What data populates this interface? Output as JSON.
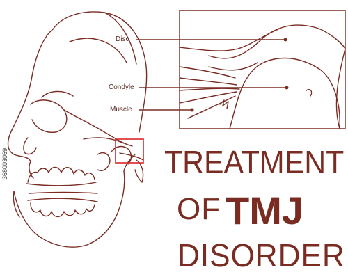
{
  "title": {
    "line1": "TREATMENT",
    "line2_prefix": "OF",
    "line2_emphasis": "TMJ",
    "line3": "DISORDER"
  },
  "labels": {
    "disc": "Disc",
    "condyle": "Condyle",
    "muscle": "Muscle"
  },
  "watermark": "368003069",
  "colors": {
    "line": "#7a2c22",
    "highlight_box": "#d9262a",
    "text": "#7a2c22"
  }
}
